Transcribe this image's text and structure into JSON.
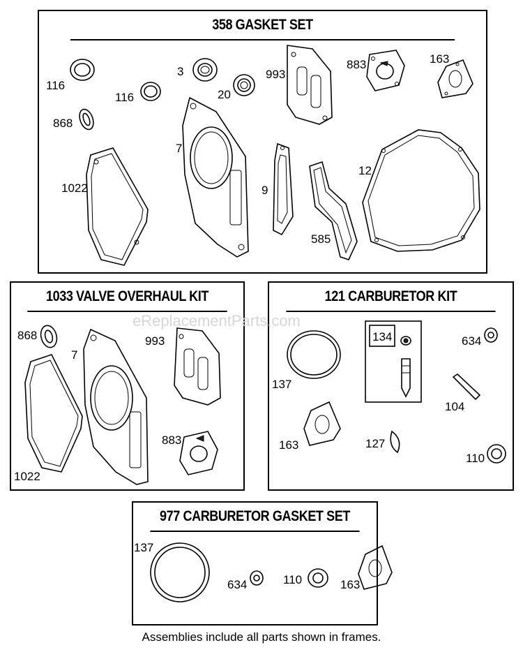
{
  "watermark": "eReplacementParts.com",
  "footnote": "Assemblies include all parts shown in frames.",
  "kits": {
    "gasket_set": {
      "title": "358 GASKET SET",
      "labels": [
        "116",
        "116",
        "868",
        "1022",
        "3",
        "20",
        "7",
        "993",
        "9",
        "585",
        "883",
        "163",
        "12"
      ]
    },
    "valve_overhaul_kit": {
      "title": "1033 VALVE OVERHAUL KIT",
      "labels": [
        "868",
        "7",
        "993",
        "1022",
        "883"
      ]
    },
    "carburetor_kit": {
      "title": "121 CARBURETOR KIT",
      "labels": [
        "137",
        "134",
        "634",
        "104",
        "163",
        "127",
        "110"
      ]
    },
    "carburetor_gasket_set": {
      "title": "977 CARBURETOR  GASKET SET",
      "labels": [
        "137",
        "634",
        "110",
        "163"
      ]
    }
  }
}
